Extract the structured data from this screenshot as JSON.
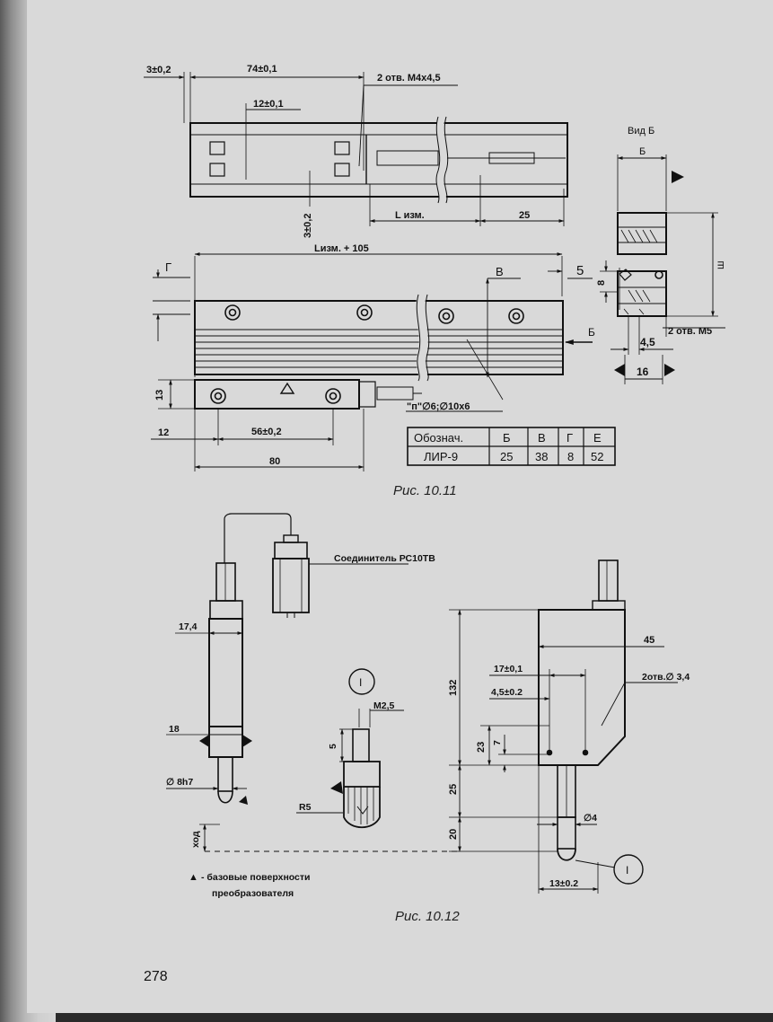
{
  "page_number": "278",
  "fig1": {
    "caption": "Рис. 10.11",
    "dims": {
      "d3": "3±0,2",
      "d74": "74±0,1",
      "d12": "12±0,1",
      "holes": "2 отв. М4х4,5",
      "d3v": "3±0,2",
      "lmeas": "L изм.",
      "d25": "25",
      "ltotal": "Lизм. + 105",
      "g": "Г",
      "v": "В",
      "d5": "5",
      "d13": "13",
      "d12b": "12",
      "d56": "56±0,2",
      "d80": "80",
      "pipe": "\"п\"∅6;∅10х6",
      "arrowB": "Б"
    },
    "view": {
      "title": "Вид Б",
      "b": "Б",
      "sh": "ш",
      "v8": "8",
      "d45": "4,5",
      "holes": "2 отв. М5",
      "d16": "16"
    },
    "table": {
      "headers": [
        "Обознач.",
        "Б",
        "В",
        "Г",
        "Е"
      ],
      "row": [
        "ЛИР-9",
        "25",
        "38",
        "8",
        "52"
      ]
    }
  },
  "fig2": {
    "caption": "Рис. 10.12",
    "connector": "Соединитель РС10ТВ",
    "d17": "17,4",
    "d18": "18",
    "d8": "∅ 8h7",
    "hod": "ход",
    "legend_mark": "▲",
    "legend_line1": "- базовые поверхности",
    "legend_line2": "преобразователя",
    "detail_label": "I",
    "m25": "М2,5",
    "d5": "5",
    "r5": "R5",
    "d132": "132",
    "d45": "45",
    "d17b": "17±0,1",
    "d4_5": "4,5±0.2",
    "holes": "2отв.∅ 3,4",
    "d23": "23",
    "d7": "7",
    "d25": "25",
    "d20": "20",
    "d4": "∅4",
    "d13": "13±0.2",
    "detail_label2": "I"
  }
}
